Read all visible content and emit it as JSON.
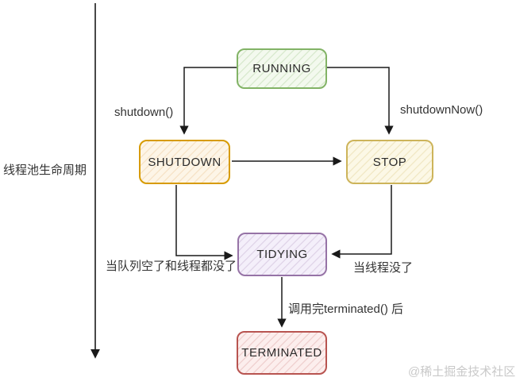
{
  "diagram": {
    "title_axis_label": "线程池生命周期",
    "nodes": {
      "running": {
        "label": "RUNNING",
        "border": "#82b366",
        "fill": "#f3f9ee"
      },
      "shutdown": {
        "label": "SHUTDOWN",
        "border": "#d79b00",
        "fill": "#fdf5e7"
      },
      "stop": {
        "label": "STOP",
        "border": "#cdb45a",
        "fill": "#fcf8e6"
      },
      "tidying": {
        "label": "TIDYING",
        "border": "#9673a6",
        "fill": "#f4effa"
      },
      "terminated": {
        "label": "TERMINATED",
        "border": "#b85450",
        "fill": "#fceeed"
      }
    },
    "edge_labels": {
      "shutdown_call": "shutdown()",
      "shutdownnow_call": "shutdownNow()",
      "queue_empty": "当队列空了和线程都没了",
      "threads_gone": "当线程没了",
      "after_terminated": "调用完terminated() 后"
    },
    "line_color": "#1a1a1a",
    "watermark": "@稀土掘金技术社区"
  }
}
